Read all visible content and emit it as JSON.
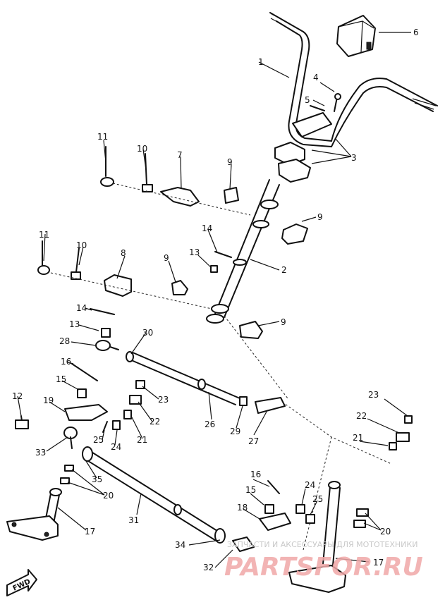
{
  "callouts": {
    "n1": "1",
    "n2": "2",
    "n3": "3",
    "n4": "4",
    "n5": "5",
    "n6": "6",
    "n7": "7",
    "n8": "8",
    "n9a": "9",
    "n9b": "9",
    "n9c": "9",
    "n9d": "9",
    "n10a": "10",
    "n10b": "10",
    "n11a": "11",
    "n11b": "11",
    "n12": "12",
    "n13a": "13",
    "n13b": "13",
    "n14a": "14",
    "n14b": "14",
    "n15a": "15",
    "n15b": "15",
    "n16a": "16",
    "n16b": "16",
    "n17a": "17",
    "n17b": "17",
    "n18": "18",
    "n19": "19",
    "n20a": "20",
    "n20b": "20",
    "n21a": "21",
    "n21b": "21",
    "n22a": "22",
    "n22b": "22",
    "n23a": "23",
    "n23b": "23",
    "n24a": "24",
    "n24b": "24",
    "n25a": "25",
    "n25b": "25",
    "n26": "26",
    "n27": "27",
    "n28": "28",
    "n29": "29",
    "n30": "30",
    "n31": "31",
    "n32": "32",
    "n33": "33",
    "n34": "34",
    "n35": "35"
  },
  "fwd_label": "FWD",
  "watermark": {
    "tagline": "ЗАПЧАСТИ И АКСЕССУАРЫ ДЛЯ МОТОТЕХНИКИ",
    "brand": "PARTSFOR.RU"
  },
  "colors": {
    "line": "#111111",
    "background": "#ffffff",
    "watermark_brand": "#f0a8a8",
    "watermark_tagline": "#c9c9c9"
  }
}
